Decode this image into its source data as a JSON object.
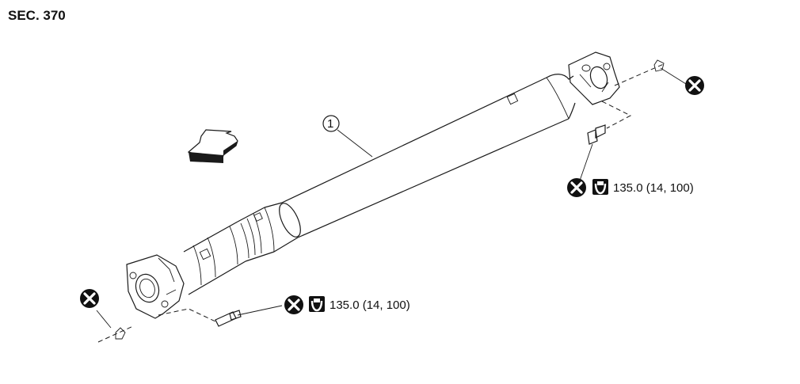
{
  "section_label": "SEC. 370",
  "part_callout": "1",
  "rear_torque": "135.0 (14, 100)",
  "front_torque": "135.0 (14, 100)",
  "icons": {
    "replace": "x-circle-icon",
    "torque": "torque-wrench-icon",
    "front_direction": "direction-arrow-icon"
  },
  "colors": {
    "line": "#1a1a1a",
    "icon": "#111111"
  }
}
